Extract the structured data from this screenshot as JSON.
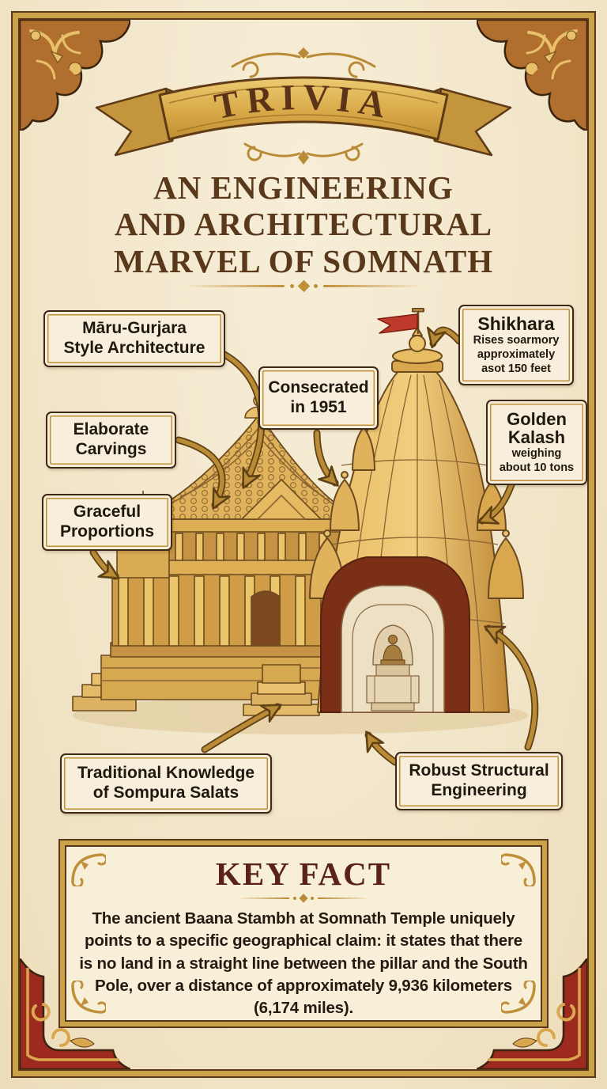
{
  "banner": {
    "label": "TRIVIA"
  },
  "title": {
    "line1": "AN ENGINEERING",
    "line2": "AND ARCHITECTURAL",
    "line3": "MARVEL OF SOMNATH"
  },
  "callouts": {
    "maru": {
      "line1": "Māru-Gurjara",
      "line2": "Style Architecture"
    },
    "elaborate": {
      "line1": "Elaborate",
      "line2": "Carvings"
    },
    "graceful": {
      "line1": "Graceful",
      "line2": "Proportions"
    },
    "consecrated": {
      "line1": "Consecrated",
      "line2": "in 1951"
    },
    "shikhara": {
      "title": "Shikhara",
      "sub1": "Rises soarmory",
      "sub2": "approximately",
      "sub3": "asot 150 feet"
    },
    "kalash": {
      "title1": "Golden",
      "title2": "Kalash",
      "sub1": "weighing",
      "sub2": "about 10 tons"
    },
    "traditional": {
      "line1": "Traditional Knowledge",
      "line2": "of Sompura Salats"
    },
    "robust": {
      "line1": "Robust Structural",
      "line2": "Engineering"
    }
  },
  "key_fact": {
    "heading": "KEY FACT",
    "body": "The ancient Baana Stambh at Somnath Temple uniquely points to a specific geographical claim: it states that there is no land in a straight line between the pillar and the South Pole, over a distance of approximately 9,936 kilometers (6,174 miles)."
  },
  "colors": {
    "parchment": "#f2e6ca",
    "frame_gold": "#c9a24a",
    "title_brown": "#5a381c",
    "corner_russet": "#b06f2e",
    "corner_maroon": "#9c2a1e",
    "temple_gold": "#e3b55e",
    "cutaway_maroon": "#7c2f17",
    "flag_red": "#bf3a2b",
    "keyfact_heading": "#5a2315"
  },
  "icons": {
    "flag": "red-temple-flag",
    "kalash": "golden-kalash-finial"
  }
}
